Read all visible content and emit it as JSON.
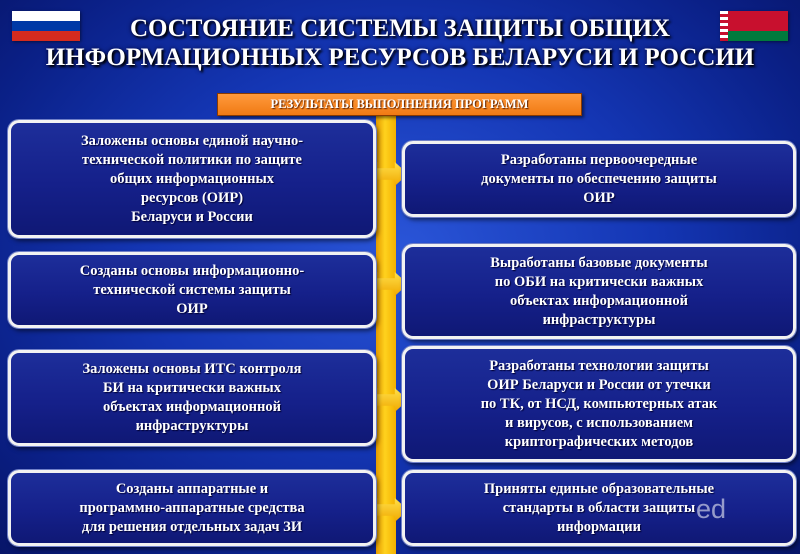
{
  "title": {
    "line1": "СОСТОЯНИЕ СИСТЕМЫ ЗАЩИТЫ ОБЩИХ",
    "line2": "ИНФОРМАЦИОННЫХ РЕСУРСОВ БЕЛАРУСИ И РОССИИ"
  },
  "results_label": "РЕЗУЛЬТАТЫ ВЫПОЛНЕНИЯ ПРОГРАММ",
  "left_boxes": [
    "Заложены основы единой научно-\nтехнической политики по защите\nобщих информационных\nресурсов (ОИР)\nБеларуси и России",
    "Созданы основы информационно-\nтехнической системы защиты\nОИР",
    "Заложены основы ИТС контроля\nБИ на критически важных\nобъектах информационной\nинфраструктуры",
    "Созданы аппаратные и\nпрограммно-аппаратные средства\nдля решения отдельных задач ЗИ"
  ],
  "right_boxes": [
    "Разработаны первоочередные\nдокументы по обеспечению защиты\nОИР",
    "Выработаны базовые документы\nпо ОБИ на критически важных\nобъектах информационной\nинфраструктуры",
    "Разработаны технологии защиты\nОИР Беларуси и России от утечки\nпо ТК, от НСД, компьютерных атак\nи вирусов, с использованием\nкриптографических методов",
    "Приняты единые образовательные\nстандарты в области защиты\nинформации"
  ],
  "watermark": "ed",
  "colors": {
    "background": "#1436b4",
    "box_fill": "#15208a",
    "spine": "#ffd21e",
    "label": "#f07a14",
    "flag_ru": [
      "#ffffff",
      "#0039a6",
      "#d52b1e"
    ],
    "flag_by": [
      "#c8102e",
      "#007a3d"
    ]
  }
}
